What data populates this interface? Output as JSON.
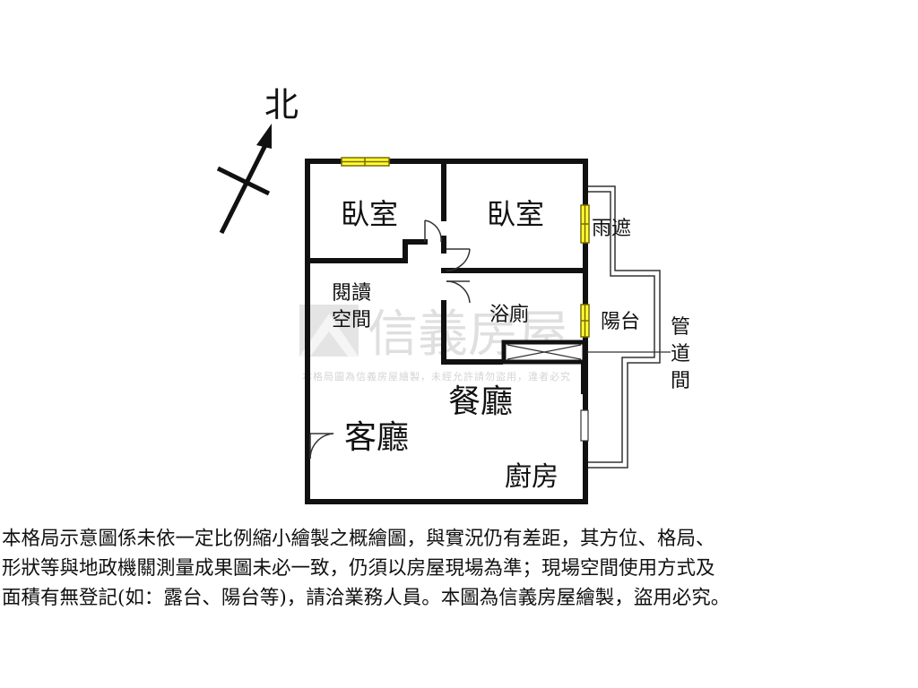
{
  "compass": {
    "north_label": "北"
  },
  "rooms": {
    "bedroom_1": "臥室",
    "bedroom_2": "臥室",
    "reading_line1": "閱讀",
    "reading_line2": "空間",
    "bathroom": "浴廁",
    "dining": "餐廳",
    "living": "客廳",
    "kitchen": "廚房",
    "canopy": "雨遮",
    "balcony": "陽台",
    "duct_line1": "管",
    "duct_line2": "道",
    "duct_line3": "間"
  },
  "watermark": {
    "brand": "信義房屋",
    "notice": "本格局圖為信義房屋繪製，未經允許請勿盜用，違者必究"
  },
  "disclaimer": {
    "line1": "本格局示意圖係未依一定比例縮小繪製之概繪圖，與實況仍有差距，其方位、格局、",
    "line2": "形狀等與地政機關測量成果圖未必一致，仍須以房屋現場為準；現場空間使用方式及",
    "line3": "面積有無登記(如：露台、陽台等)，請洽業務人員。本圖為信義房屋繪製，盜用必究。"
  },
  "colors": {
    "wall": "#111111",
    "window_fill": "#ffff33",
    "window_stroke": "#7a6a00",
    "watermark": "#d9d9d9"
  }
}
